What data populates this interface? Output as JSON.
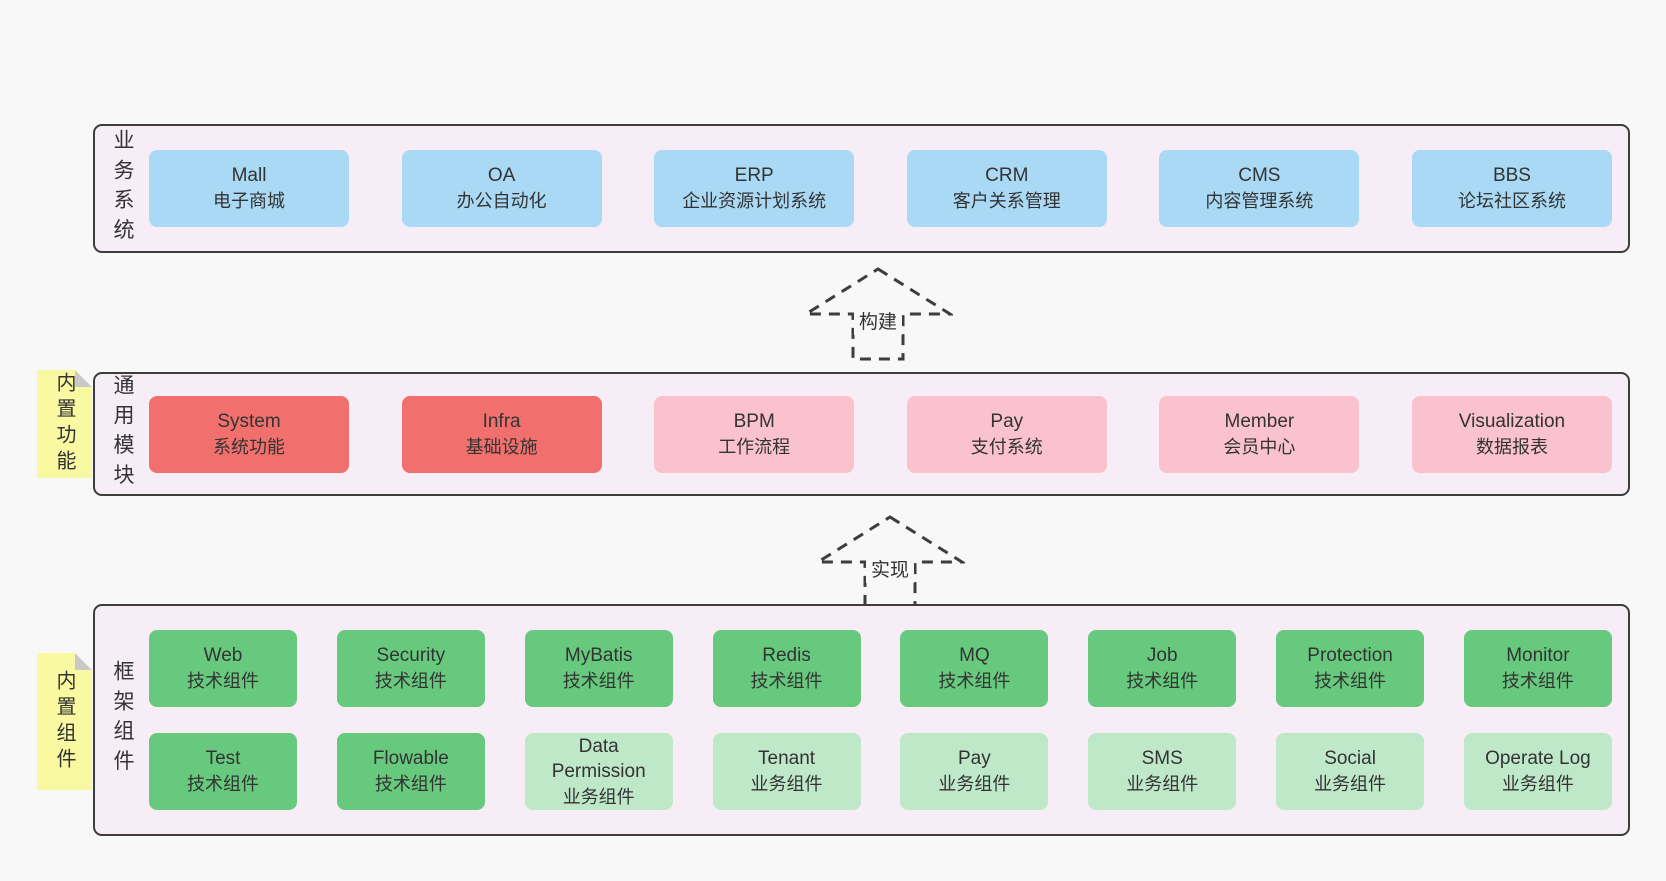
{
  "colors": {
    "page_bg": "#f8f8f8",
    "band_bg": "#f7edf6",
    "band_border": "#3d3d3d",
    "blue_box": "#a9d9f4",
    "red_box": "#f1706e",
    "pink_box": "#f9c2cc",
    "green_box": "#67c97d",
    "light_green_box": "#bfe8c8",
    "sticky_note": "#f9f9a2",
    "note_fold": "#c9c9c9",
    "text": "#333333"
  },
  "arrows": [
    {
      "label": "构建"
    },
    {
      "label": "实现"
    }
  ],
  "bands": [
    {
      "label": "业务系统",
      "boxes": [
        {
          "title": "Mall",
          "subtitle": "电子商城"
        },
        {
          "title": "OA",
          "subtitle": "办公自动化"
        },
        {
          "title": "ERP",
          "subtitle": "企业资源计划系统"
        },
        {
          "title": "CRM",
          "subtitle": "客户关系管理"
        },
        {
          "title": "CMS",
          "subtitle": "内容管理系统"
        },
        {
          "title": "BBS",
          "subtitle": "论坛社区系统"
        }
      ]
    },
    {
      "label": "通用模块",
      "note": "内置功能",
      "boxes": [
        {
          "title": "System",
          "subtitle": "系统功能"
        },
        {
          "title": "Infra",
          "subtitle": "基础设施"
        },
        {
          "title": "BPM",
          "subtitle": "工作流程"
        },
        {
          "title": "Pay",
          "subtitle": "支付系统"
        },
        {
          "title": "Member",
          "subtitle": "会员中心"
        },
        {
          "title": "Visualization",
          "subtitle": "数据报表"
        }
      ]
    },
    {
      "label": "框架组件",
      "note": "内置组件",
      "rows": [
        [
          {
            "title": "Web",
            "subtitle": "技术组件"
          },
          {
            "title": "Security",
            "subtitle": "技术组件"
          },
          {
            "title": "MyBatis",
            "subtitle": "技术组件"
          },
          {
            "title": "Redis",
            "subtitle": "技术组件"
          },
          {
            "title": "MQ",
            "subtitle": "技术组件"
          },
          {
            "title": "Job",
            "subtitle": "技术组件"
          },
          {
            "title": "Protection",
            "subtitle": "技术组件"
          },
          {
            "title": "Monitor",
            "subtitle": "技术组件"
          }
        ],
        [
          {
            "title": "Test",
            "subtitle": "技术组件"
          },
          {
            "title": "Flowable",
            "subtitle": "技术组件"
          },
          {
            "title": "Data Permission",
            "subtitle": "业务组件"
          },
          {
            "title": "Tenant",
            "subtitle": "业务组件"
          },
          {
            "title": "Pay",
            "subtitle": "业务组件"
          },
          {
            "title": "SMS",
            "subtitle": "业务组件"
          },
          {
            "title": "Social",
            "subtitle": "业务组件"
          },
          {
            "title": "Operate Log",
            "subtitle": "业务组件"
          }
        ]
      ]
    }
  ]
}
